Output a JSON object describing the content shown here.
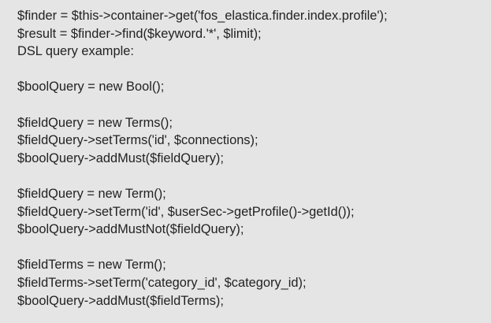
{
  "code": {
    "lines": [
      "$finder = $this->container->get('fos_elastica.finder.index.profile');",
      "$result = $finder->find($keyword.'*', $limit);",
      "DSL query example:",
      "",
      "$boolQuery = new Bool();",
      "",
      "$fieldQuery = new Terms();",
      "$fieldQuery->setTerms('id', $connections);",
      "$boolQuery->addMust($fieldQuery);",
      "",
      "$fieldQuery = new Term();",
      "$fieldQuery->setTerm('id', $userSec->getProfile()->getId());",
      "$boolQuery->addMustNot($fieldQuery);",
      "",
      "$fieldTerms = new Term();",
      "$fieldTerms->setTerm('category_id', $category_id);",
      "$boolQuery->addMust($fieldTerms);"
    ]
  }
}
